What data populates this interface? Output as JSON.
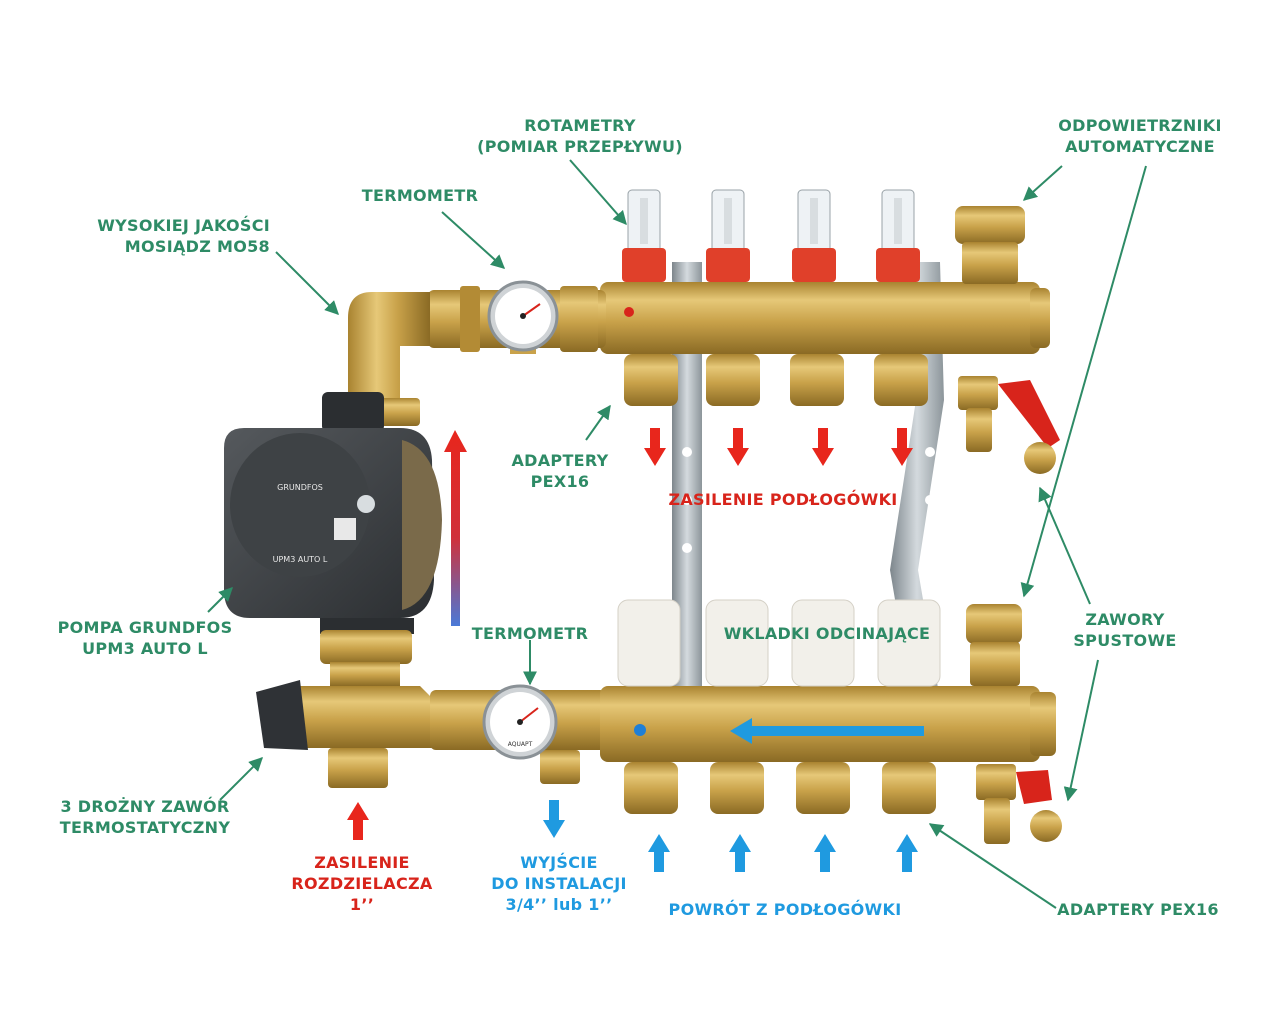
{
  "colors": {
    "label_green": "#2e8b66",
    "supply_red": "#d8241b",
    "return_blue": "#1f9ae0",
    "brass": "#c9a24a",
    "pump_body": "#3a3d40",
    "rotameter_cap": "#e0402a",
    "insert_white": "#f2f0ea",
    "bracket_steel": "#a9b0b5"
  },
  "labels": {
    "rotametry": "ROTAMETRY\n(POMIAR PRZEPŁYWU)",
    "odpowietrzniki": "ODPOWIETRZNIKI\nAUTOMATYCZNE",
    "termometr_top": "TERMOMETR",
    "mosiadz": "WYSOKIEJ JAKOŚCI\nMOSIĄDZ MO58",
    "adaptery_top": "ADAPTERY\nPEX16",
    "zasilenie_podlogowki": "ZASILENIE PODŁOGÓWKI",
    "pompa": "POMPA GRUNDFOS\nUPM3 AUTO L",
    "termometr_bottom": "TERMOMETR",
    "wkladki": "WKLADKI ODCINAJĄCE",
    "zawory": "ZAWORY\nSPUSTOWE",
    "zawor_3d": "3 DROŻNY ZAWÓR\nTERMOSTATYCZNY",
    "zasilenie_rozdzielacza": "ZASILENIE\nROZDZIELACZA\n1’’",
    "wyjscie": "WYJŚCIE\nDO INSTALACJI\n3/4’’ lub 1’’",
    "powrot": "POWRÓT Z PODŁOGÓWKI",
    "adaptery_bottom": "ADAPTERY PEX16"
  },
  "product_markings": {
    "pump_brand": "GRUNDFOS",
    "pump_model": "UPM3 AUTO L",
    "gauge_brand": "AQUAPT"
  }
}
